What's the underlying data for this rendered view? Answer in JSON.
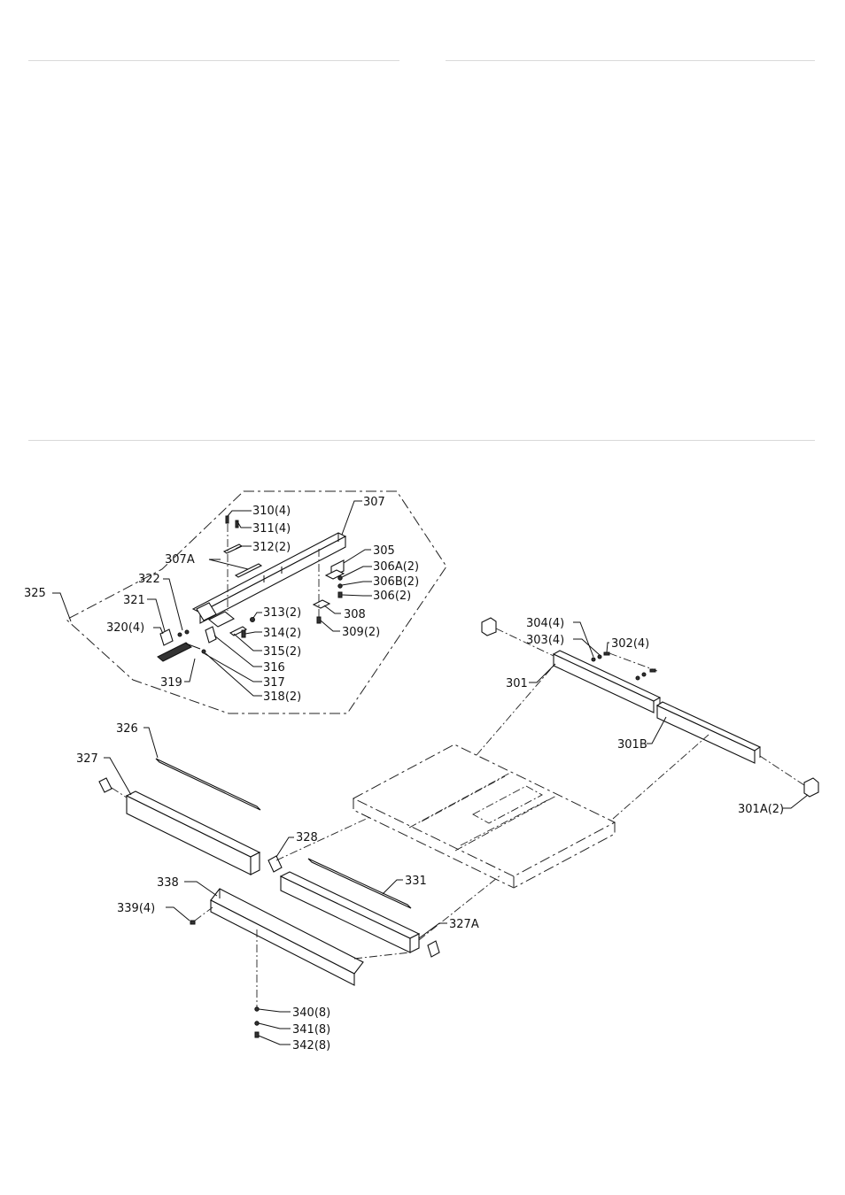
{
  "callouts": {
    "c310": "310(4)",
    "c311": "311(4)",
    "c312": "312(2)",
    "c307": "307",
    "c307A": "307A",
    "c305": "305",
    "c306A": "306A(2)",
    "c306B": "306B(2)",
    "c306": "306(2)",
    "c325": "325",
    "c322": "322",
    "c321": "321",
    "c320": "320(4)",
    "c313": "313(2)",
    "c308": "308",
    "c314": "314(2)",
    "c309": "309(2)",
    "c315": "315(2)",
    "c316": "316",
    "c319": "319",
    "c317": "317",
    "c318": "318(2)",
    "c304": "304(4)",
    "c303": "303(4)",
    "c302": "302(4)",
    "c301": "301",
    "c301B": "301B",
    "c301A": "301A(2)",
    "c326": "326",
    "c327": "327",
    "c328": "328",
    "c331": "331",
    "c338": "338",
    "c339": "339(4)",
    "c327A": "327A",
    "c340": "340(8)",
    "c341": "341(8)",
    "c342": "342(8)"
  }
}
